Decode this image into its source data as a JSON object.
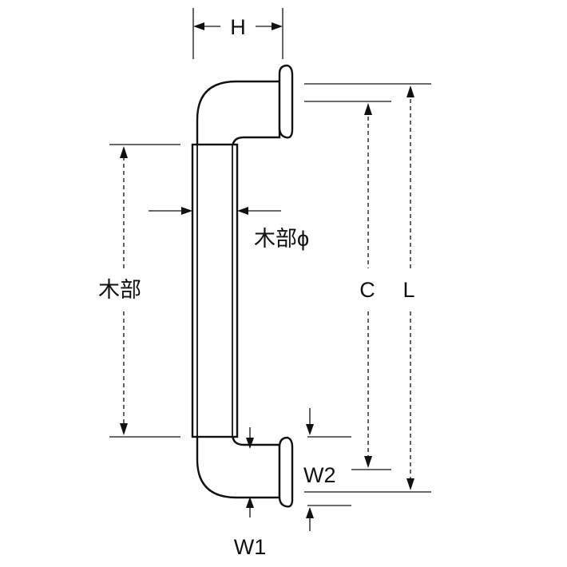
{
  "labels": {
    "H": "H",
    "wood_diameter": "木部ϕ",
    "wood_length": "木部",
    "C": "C",
    "L": "L",
    "W2": "W2",
    "W1": "W1"
  }
}
